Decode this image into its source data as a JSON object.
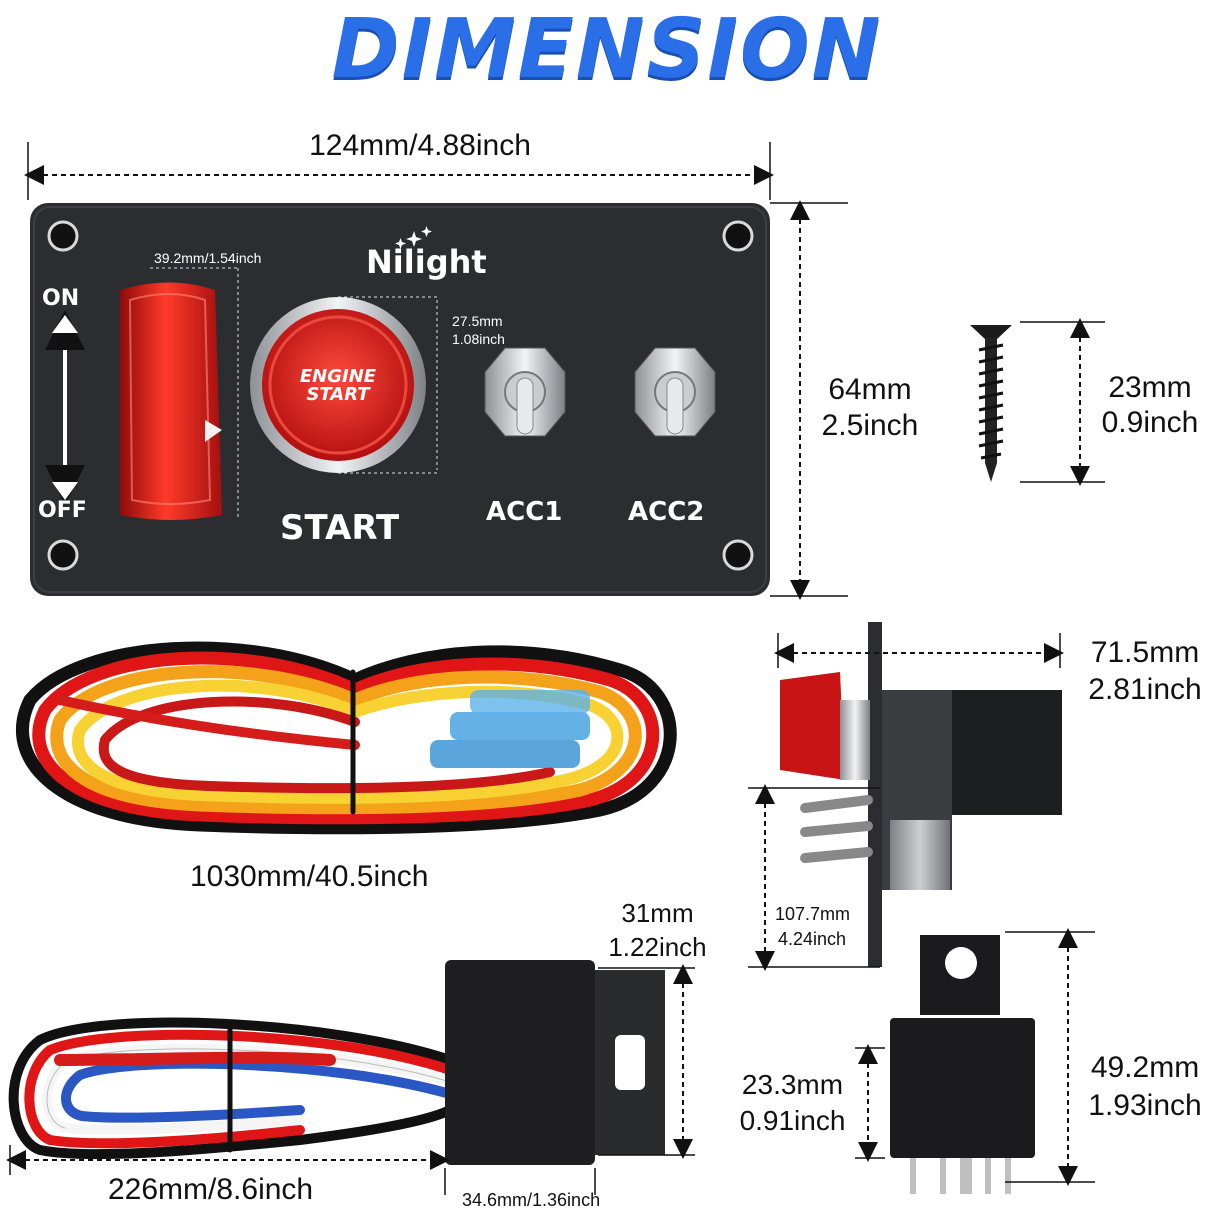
{
  "title": "DIMENSION",
  "brand": "Nilight",
  "panel": {
    "width": "124mm/4.88inch",
    "height_mm": "64mm",
    "height_in": "2.5inch",
    "switch_width": "39.2mm/1.54inch",
    "button_dia_mm": "27.5mm",
    "button_dia_in": "1.08inch",
    "on_label": "ON",
    "off_label": "OFF",
    "start_label": "START",
    "acc1_label": "ACC1",
    "acc2_label": "ACC2",
    "button_line1": "ENGINE",
    "button_line2": "START"
  },
  "screw": {
    "len_mm": "23mm",
    "len_in": "0.9inch"
  },
  "harness": {
    "length": "1030mm/40.5inch"
  },
  "side_view": {
    "depth_mm": "71.5mm",
    "depth_in": "2.81inch",
    "height_mm": "107.7mm",
    "height_in": "4.24inch"
  },
  "socket": {
    "height_mm": "31mm",
    "height_in": "1.22inch",
    "width": "34.6mm/1.36inch",
    "lead_length": "226mm/8.6inch"
  },
  "relay": {
    "width_mm": "23.3mm",
    "width_in": "0.91inch",
    "height_mm": "49.2mm",
    "height_in": "1.93inch"
  },
  "colors": {
    "accent": "#2a6fe8",
    "panel": "#2b2d30",
    "red": "#d11a1a"
  }
}
